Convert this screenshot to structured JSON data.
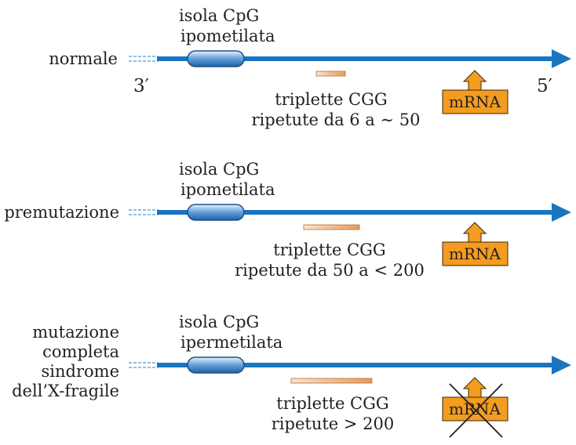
{
  "rows": [
    {
      "label_lines": [
        "normale"
      ],
      "cpg_lines": [
        "isola CpG",
        "ipometilata"
      ],
      "repeat_lines": [
        "triplette CGG",
        "ripetute da 6 a ∼ 50"
      ],
      "mrna_label": "mRNA",
      "mrna_blocked": false,
      "left_end": "3′",
      "right_end": "5′"
    },
    {
      "label_lines": [
        "premutazione"
      ],
      "cpg_lines": [
        "isola CpG",
        "ipometilata"
      ],
      "repeat_lines": [
        "triplette CGG",
        "ripetute da 50 a < 200"
      ],
      "mrna_label": "mRNA",
      "mrna_blocked": false
    },
    {
      "label_lines": [
        "mutazione",
        "completa",
        "sindrome",
        "dell’X-fragile"
      ],
      "cpg_lines": [
        "isola CpG",
        "ipermetilata"
      ],
      "repeat_lines": [
        "triplette CGG",
        "ripetute > 200"
      ],
      "mrna_label": "mRNA",
      "mrna_blocked": true
    }
  ],
  "colors": {
    "dna": "#1a74c0",
    "dna_dashed": "#8ec2ea",
    "cpg_fill": "#4a8cc9",
    "mrna_box": "#f39c1f",
    "repeat_bar": "#f0b278",
    "text": "#231f20"
  }
}
